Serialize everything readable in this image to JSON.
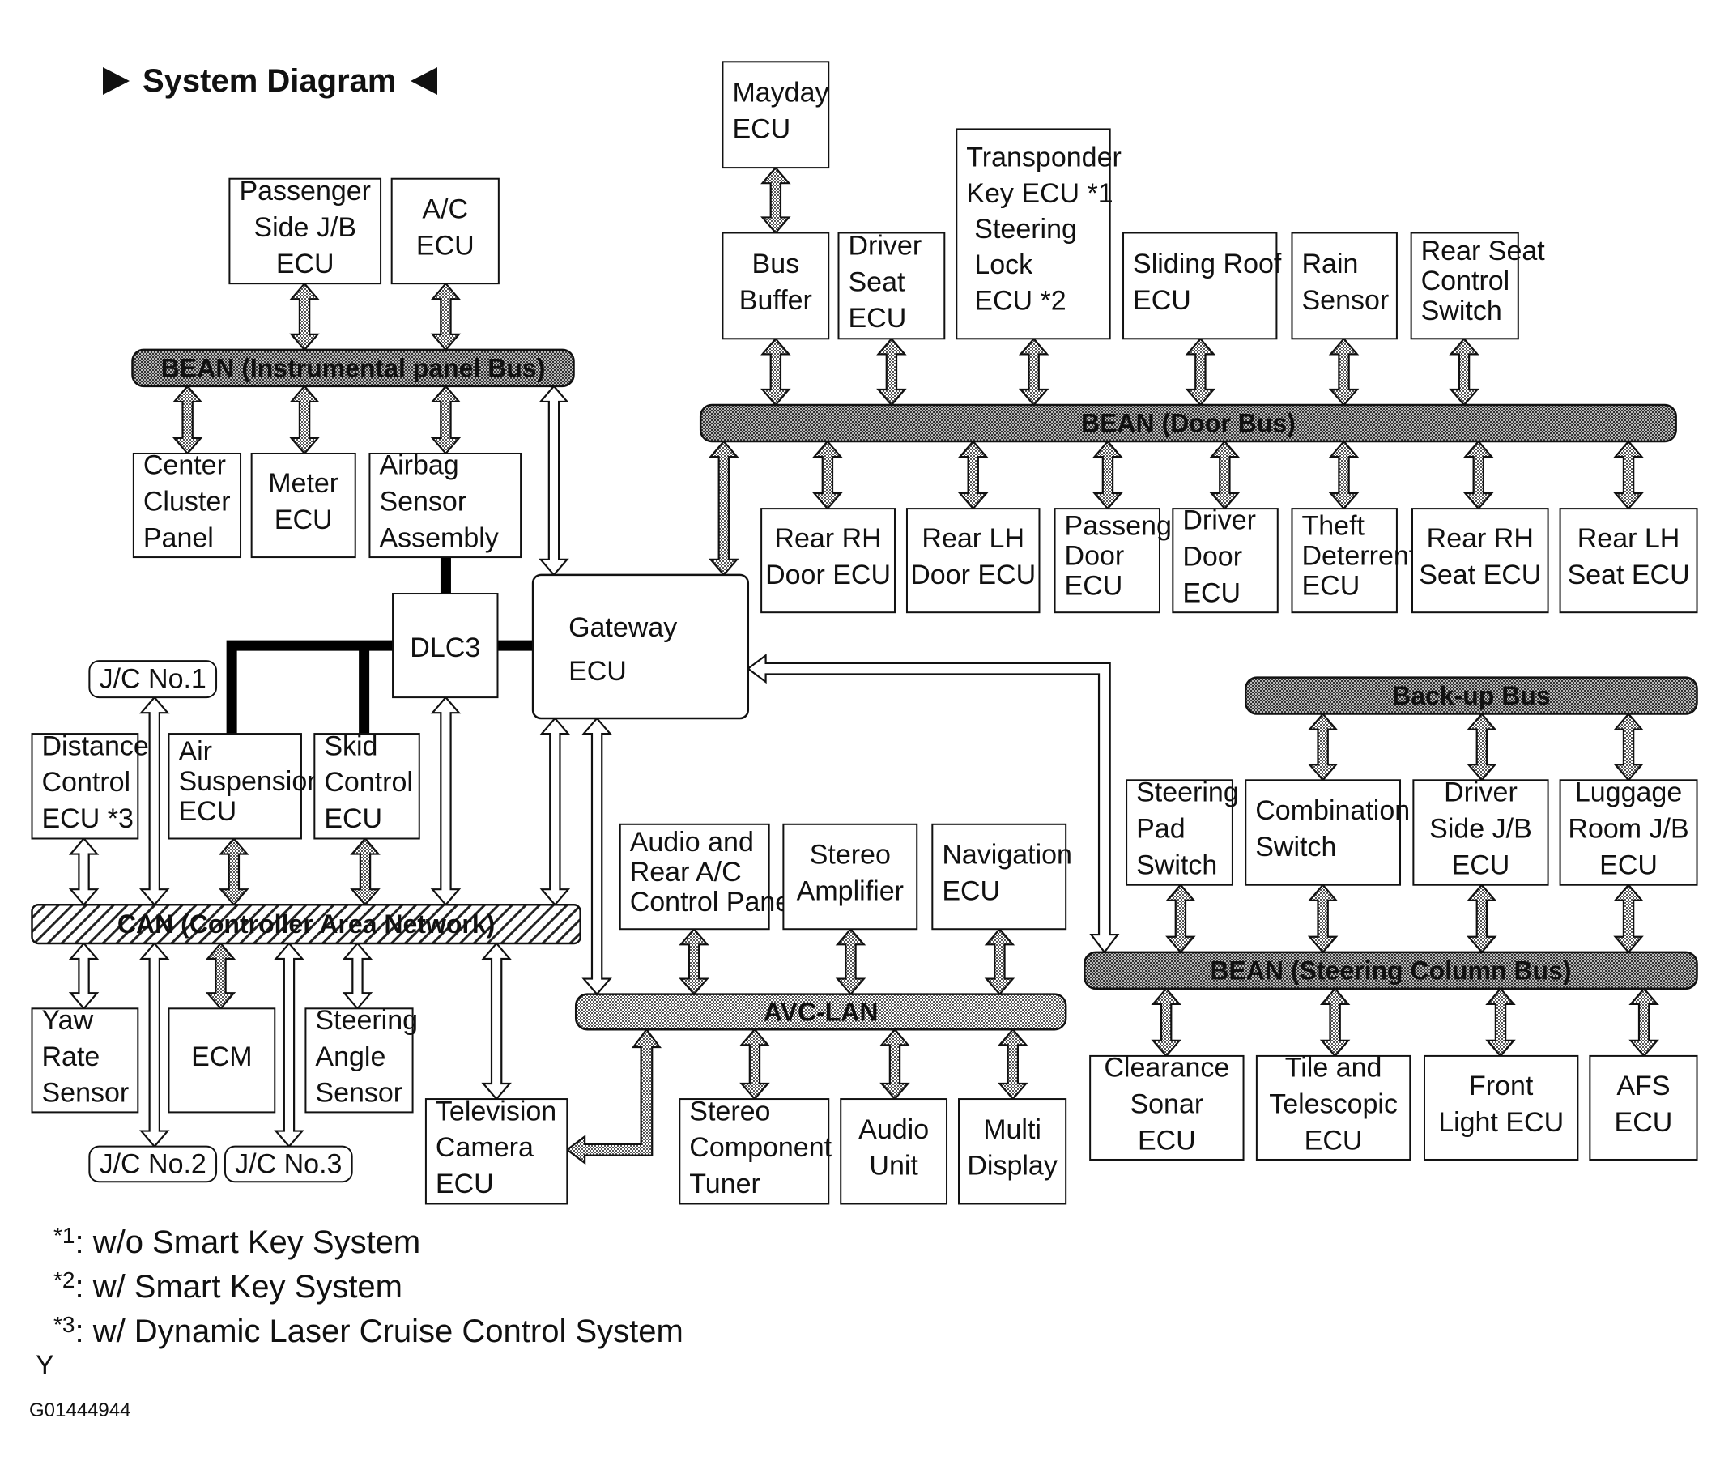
{
  "title": "System Diagram",
  "buses": {
    "instrument": "BEAN (Instrumental panel Bus)",
    "door": "BEAN (Door Bus)",
    "backup": "Back-up Bus",
    "can": "CAN (Controller Area Network)",
    "avc": "AVC-LAN",
    "steering": "BEAN (Steering Column Bus)"
  },
  "gateway": [
    "Gateway",
    "ECU"
  ],
  "dlc3": "DLC3",
  "ecus": {
    "passenger_jb": [
      "Passenger",
      "Side J/B",
      "ECU"
    ],
    "ac_ecu": [
      "A/C",
      "ECU"
    ],
    "center_cluster": [
      "Center",
      "Cluster",
      "Panel"
    ],
    "meter_ecu": [
      "Meter",
      "ECU"
    ],
    "airbag": [
      "Airbag",
      "Sensor",
      "Assembly"
    ],
    "mayday": [
      "Mayday",
      "ECU"
    ],
    "bus_buffer": [
      "Bus",
      "Buffer"
    ],
    "driver_seat": [
      "Driver",
      "Seat",
      "ECU"
    ],
    "transponder": [
      "Transponder",
      "Key ECU *1",
      "Steering",
      "Lock",
      "ECU *2"
    ],
    "sliding_roof": [
      "Sliding Roof",
      "ECU"
    ],
    "rain_sensor": [
      "Rain",
      "Sensor"
    ],
    "rear_seat_switch": [
      "Rear Seat",
      "Control",
      "Switch"
    ],
    "rear_rh_door": [
      "Rear RH",
      "Door ECU"
    ],
    "rear_lh_door": [
      "Rear LH",
      "Door ECU"
    ],
    "passenger_door": [
      "Passenger",
      "Door",
      "ECU"
    ],
    "driver_door": [
      "Driver",
      "Door",
      "ECU"
    ],
    "theft": [
      "Theft",
      "Deterrent",
      "ECU"
    ],
    "rear_rh_seat": [
      "Rear RH",
      "Seat ECU"
    ],
    "rear_lh_seat": [
      "Rear LH",
      "Seat ECU"
    ],
    "jc1": "J/C No.1",
    "jc2": "J/C No.2",
    "jc3": "J/C No.3",
    "distance_control": [
      "Distance",
      "Control",
      "ECU *3"
    ],
    "air_suspension": [
      "Air",
      "Suspension",
      "ECU"
    ],
    "skid_control": [
      "Skid",
      "Control",
      "ECU"
    ],
    "yaw_rate": [
      "Yaw",
      "Rate",
      "Sensor"
    ],
    "ecm": [
      "ECM"
    ],
    "steering_angle": [
      "Steering",
      "Angle",
      "Sensor"
    ],
    "tv_camera": [
      "Television",
      "Camera",
      "ECU"
    ],
    "audio_ac_panel": [
      "Audio and",
      "Rear A/C",
      "Control Panel"
    ],
    "stereo_amp": [
      "Stereo",
      "Amplifier"
    ],
    "navigation": [
      "Navigation",
      "ECU"
    ],
    "stereo_tuner": [
      "Stereo",
      "Component",
      "Tuner"
    ],
    "audio_unit": [
      "Audio",
      "Unit"
    ],
    "multi_display": [
      "Multi",
      "Display"
    ],
    "steering_pad": [
      "Steering",
      "Pad",
      "Switch"
    ],
    "combination_switch": [
      "Combination",
      "Switch"
    ],
    "driver_jb": [
      "Driver",
      "Side J/B",
      "ECU"
    ],
    "luggage_jb": [
      "Luggage",
      "Room J/B",
      "ECU"
    ],
    "clearance_sonar": [
      "Clearance",
      "Sonar",
      "ECU"
    ],
    "tilt_telescopic": [
      "Tile and",
      "Telescopic",
      "ECU"
    ],
    "front_light": [
      "Front",
      "Light ECU"
    ],
    "afs": [
      "AFS",
      "ECU"
    ]
  },
  "notes": [
    {
      "mark": "*1",
      "text": ": w/o Smart Key System"
    },
    {
      "mark": "*2",
      "text": ": w/ Smart Key System"
    },
    {
      "mark": "*3",
      "text": ": w/ Dynamic Laser Cruise Control System"
    }
  ],
  "corner_letter": "Y",
  "figure_code": "G01444944"
}
